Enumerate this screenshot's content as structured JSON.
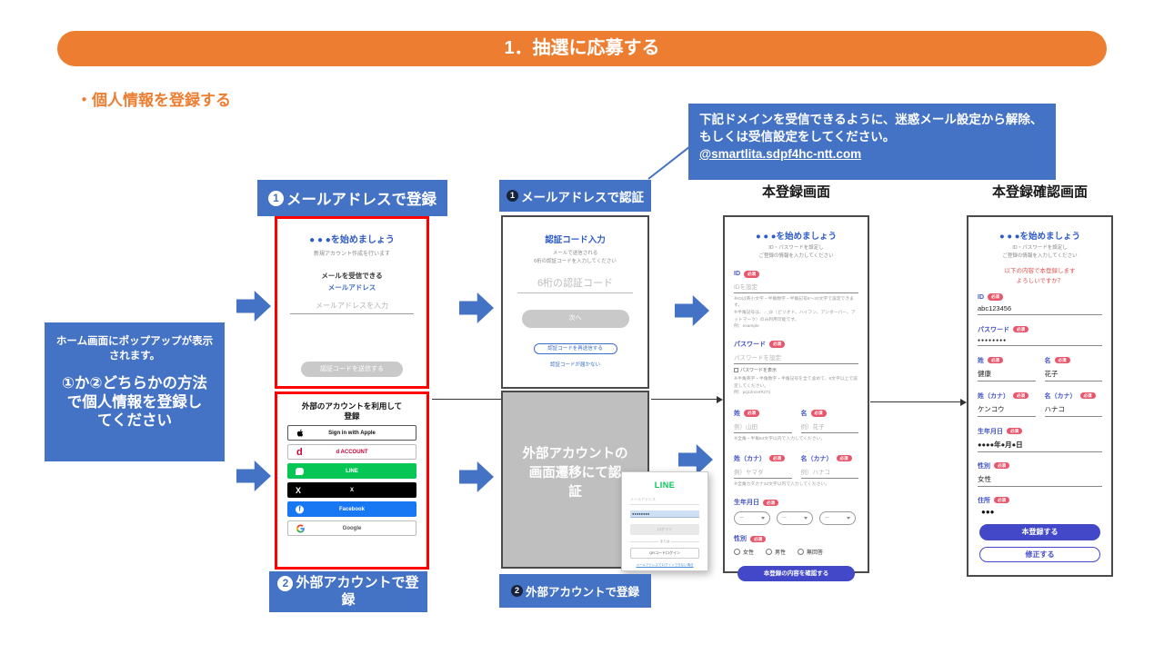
{
  "colors": {
    "orange": "#ED7D31",
    "blue": "#4472C4",
    "red_frame": "#FF0000",
    "indigo": "#4348C8",
    "badge_red": "#E8566B",
    "line_green": "#06C755",
    "facebook_blue": "#1877F2",
    "docomo_red": "#CC0033",
    "x_black": "#000000",
    "gray_box": "#BFBFBF"
  },
  "banner": {
    "title": "1．抽選に応募する"
  },
  "subtitle": "・個人情報を登録する",
  "callout": {
    "line1": "下記ドメインを受信できるように、迷惑メール設定から解除、",
    "line2": "もしくは受信設定をしてください。",
    "domain": "@smartlita.sdpf4hc-ntt.com"
  },
  "left_note": {
    "small": "ホーム画面にポップアップが表示\nされます。",
    "big": "①か②どちらかの方法\nで個人情報を登録し\nてください"
  },
  "col1": {
    "header": {
      "num": "1",
      "label": "メールアドレスで登録"
    },
    "footer": {
      "num": "2",
      "label": "外部アカウントで登録"
    },
    "phone_email": {
      "title": "● ● ●を始めましょう",
      "subtitle": "新規アカウント作成を行います",
      "label1": "メールを受信できる",
      "label2": "メールアドレス",
      "placeholder": "メールアドレスを入力",
      "button": "認証コードを送信する"
    },
    "phone_sns": {
      "title": "外部のアカウントを利用して\n登録",
      "buttons": [
        {
          "icon": "apple-icon",
          "label": "Sign in with Apple"
        },
        {
          "icon": "docomo-icon",
          "label": "d ACCOUNT"
        },
        {
          "icon": "line-icon",
          "label": "LINE"
        },
        {
          "icon": "x-icon",
          "label": "X"
        },
        {
          "icon": "facebook-icon",
          "label": "Facebook"
        },
        {
          "icon": "google-icon",
          "label": "Google"
        }
      ]
    }
  },
  "col2": {
    "header": {
      "num": "1",
      "label": "メールアドレスで認証"
    },
    "footer": {
      "num": "2",
      "label": "外部アカウントで登録"
    },
    "phone_code": {
      "title": "認証コード入力",
      "sub1": "メールで送信される",
      "sub2": "6桁の認証コードを入力してください",
      "placeholder": "6桁の認証コード",
      "next_button": "次へ",
      "resend_button": "認証コードを再送信する",
      "link": "認証コードが届かない"
    },
    "gray_box": "外部アカウントの\n画面遷移にて認\n証",
    "line_popup": {
      "logo": "LINE",
      "email_placeholder": "メールアドレス",
      "password_value": "●●●●●●●●",
      "login_button": "ログイン",
      "divider": "または",
      "qr_button": "QRコードログイン",
      "link": "メールアドレスでログインできない場合"
    }
  },
  "col3": {
    "title": "本登録画面",
    "phone": {
      "heading": "● ● ●を始めましょう",
      "sub1": "ID・パスワードを設定し",
      "sub2": "ご登録の情報を入力してください",
      "required": "必須",
      "id_label": "ID",
      "id_placeholder": "IDを設定",
      "id_note1": "※IDは英小文字・半角数字・半角記号8～20文字で設定できます。",
      "id_note2": "※半角記号は、.-_@（ピリオド、ハイフン、アンダーバー、アットマーク）のみ利用可能です。",
      "id_note3": "例：example",
      "pw_label": "パスワード",
      "pw_placeholder": "パスワードを設定",
      "pw_show": "パスワードを表示",
      "pw_note1": "※半角英字・半角数字・半角記号を全て含めて、8文字以上で設定してください。",
      "pw_note2": "例：pq12novr#271",
      "sei_label": "姓",
      "mei_label": "名",
      "sei_placeholder": "例）山田",
      "mei_placeholder": "例）花子",
      "name_note": "※全角・半角64文字以内で入力してください。",
      "sei_kana_label": "姓（カナ）",
      "mei_kana_label": "名（カナ）",
      "sei_kana_placeholder": "例）ヤマダ",
      "mei_kana_placeholder": "例）ハナコ",
      "kana_note": "※全角カタカナ32文字以内で入力してください。",
      "birth_label": "生年月日",
      "select_placeholder": "ー",
      "gender_label": "性別",
      "gender_options": [
        "女性",
        "男性",
        "無回答"
      ],
      "submit_button": "本登録の内容を確認する"
    }
  },
  "col4": {
    "title": "本登録確認画面",
    "phone": {
      "heading": "● ● ●を始めましょう",
      "sub1": "ID・パスワードを設定し",
      "sub2": "ご登録の情報を入力してください",
      "required": "必須",
      "confirm1": "以下の内容で本登録します",
      "confirm2": "よろしいですか？",
      "id_label": "ID",
      "id_value": "abc123456",
      "pw_label": "パスワード",
      "pw_value": "●●●●●●●●",
      "sei_label": "姓",
      "sei_value": "健康",
      "mei_label": "名",
      "mei_value": "花子",
      "sei_kana_label": "姓（カナ）",
      "sei_kana_value": "ケンコウ",
      "mei_kana_label": "名（カナ）",
      "mei_kana_value": "ハナコ",
      "birth_label": "生年月日",
      "birth_value": "●●●●年●月●日",
      "gender_label": "性別",
      "gender_value": "女性",
      "address_label": "住所",
      "address_value": "●●●",
      "register_button": "本登録する",
      "fix_button": "修正する"
    }
  }
}
